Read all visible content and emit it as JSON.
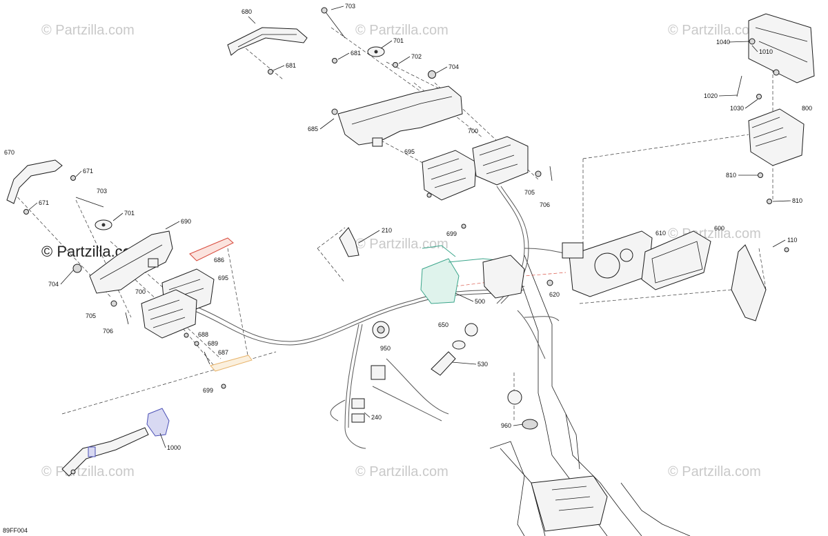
{
  "diagram": {
    "code": "89FF004",
    "watermark": "© Partzilla.com",
    "colors": {
      "bracket_highlight": "#d84a3c",
      "ecu_highlight": "#3aa58a",
      "switch_highlight": "#4a4fb5",
      "bracket_687": "#e7b36a"
    },
    "labels": {
      "l680": "680",
      "l703a": "703",
      "l681a": "681",
      "l681b": "681",
      "l701a": "701",
      "l702": "702",
      "l704a": "704",
      "l685": "685",
      "l700a": "700",
      "l695a": "695",
      "l705a": "705",
      "l706a": "706",
      "l699a": "699",
      "l1040": "1040",
      "l1010": "1010",
      "l1020": "1020",
      "l1030": "1030",
      "l800": "800",
      "l810a": "810",
      "l810b": "810",
      "l670": "670",
      "l671a": "671",
      "l671b": "671",
      "l703b": "703",
      "l701b": "701",
      "l690": "690",
      "l686": "686",
      "l704b": "704",
      "l695b": "695",
      "l700b": "700",
      "l705b": "705",
      "l706b": "706",
      "l688": "688",
      "l689": "689",
      "l687": "687",
      "l699b": "699",
      "l210": "210",
      "l500": "500",
      "l610": "610",
      "l600": "600",
      "l110": "110",
      "l620": "620",
      "l650": "650",
      "l950": "950",
      "l530": "530",
      "l240": "240",
      "l960": "960",
      "l1000": "1000"
    }
  }
}
